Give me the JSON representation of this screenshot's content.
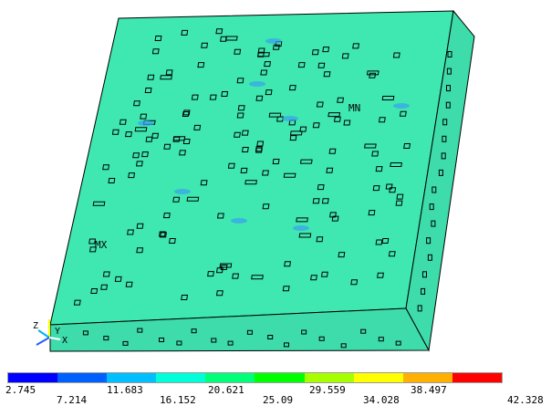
{
  "plot": {
    "max_label": "MX",
    "min_label": "MN",
    "triad": {
      "z": "Z",
      "y": "Y",
      "x": "X"
    },
    "colors": {
      "background": "#ffffff",
      "top_face": "#3fe8b0",
      "side_face": "#3ddcaa",
      "edge": "#000000",
      "hole": "#000000",
      "low_spot": "#3aa0f0"
    }
  },
  "legend": {
    "colors": [
      "#0000ff",
      "#0060ff",
      "#00bfff",
      "#00ffd8",
      "#00ff78",
      "#00ff00",
      "#a8ff00",
      "#ffff00",
      "#ffb000",
      "#ff0000"
    ],
    "top_ticks": [
      "2.745",
      "11.683",
      "20.621",
      "29.559",
      "38.497"
    ],
    "bottom_ticks": [
      "7.214",
      "16.152",
      "25.09",
      "34.028",
      "42.328"
    ]
  }
}
